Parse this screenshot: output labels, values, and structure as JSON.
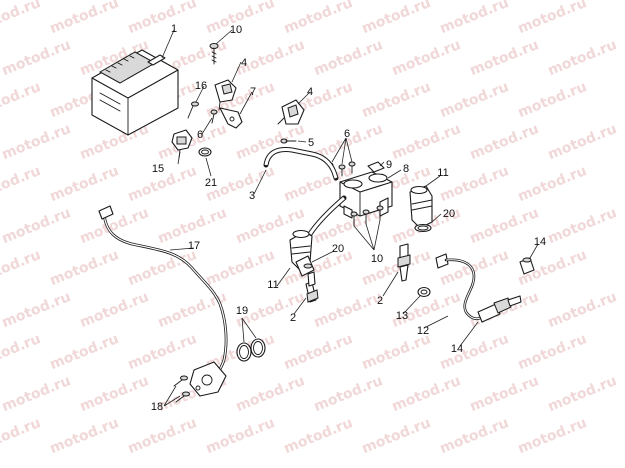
{
  "diagram": {
    "watermark": "motod.ru",
    "callouts": {
      "c1": "1",
      "c2a": "2",
      "c2b": "2",
      "c3": "3",
      "c4a": "4",
      "c4b": "4",
      "c5": "5",
      "c6a": "6",
      "c6b": "6",
      "c7": "7",
      "c8": "8",
      "c9": "9",
      "c10a": "10",
      "c10b": "10",
      "c11a": "11",
      "c11b": "11",
      "c12": "12",
      "c13": "13",
      "c14a": "14",
      "c14b": "14",
      "c15": "15",
      "c16": "16",
      "c17": "17",
      "c18": "18",
      "c19": "19",
      "c20a": "20",
      "c20b": "20",
      "c21": "21"
    }
  }
}
